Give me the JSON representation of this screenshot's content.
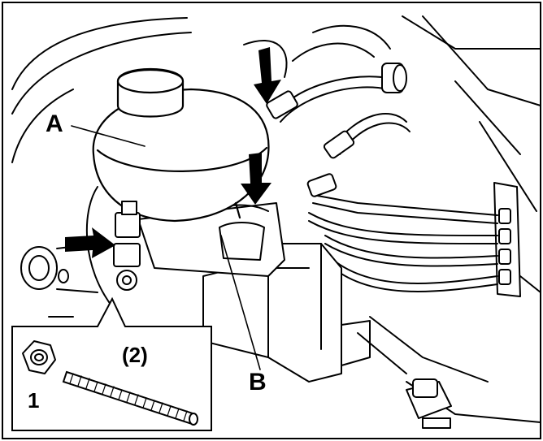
{
  "labels": {
    "a": "A",
    "b": "B",
    "item_1": "1",
    "item_2": "(2)"
  },
  "arrows": [
    "top-arrow",
    "middle-arrow",
    "left-arrow"
  ],
  "colors": {
    "ink": "#000000",
    "paper": "#ffffff"
  }
}
